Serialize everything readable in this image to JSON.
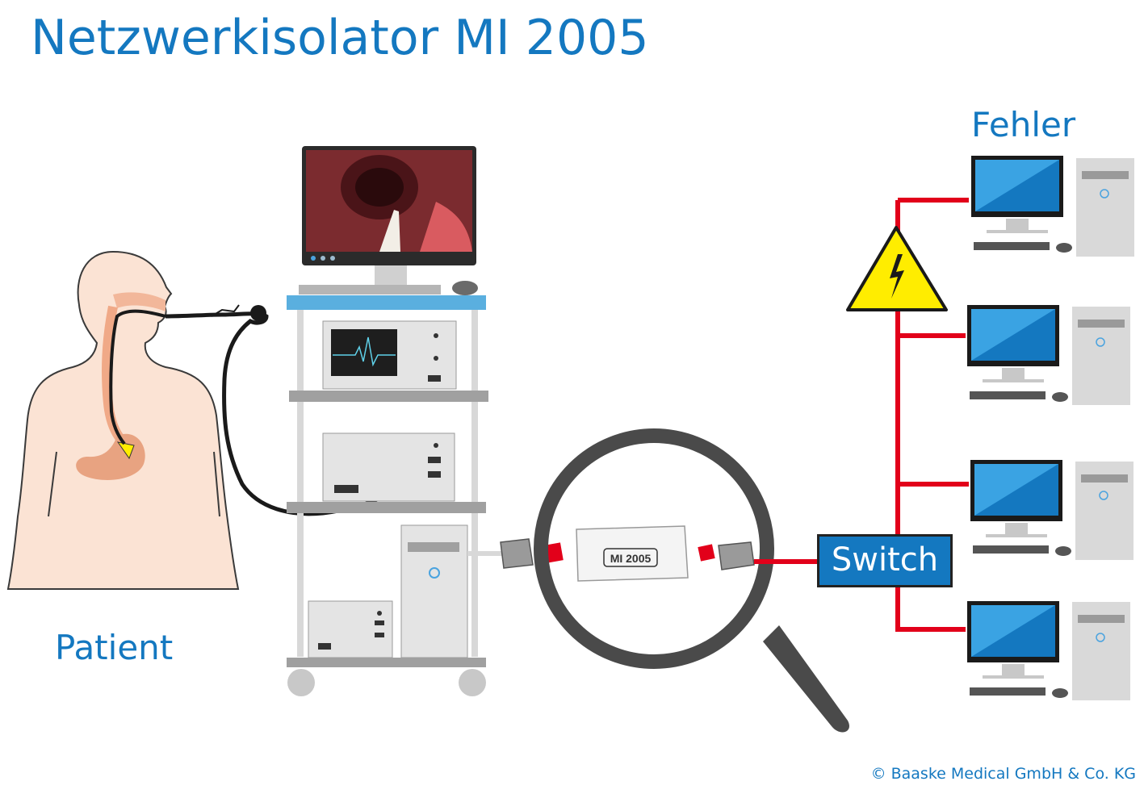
{
  "title": "Netzwerkisolator MI 2005",
  "labels": {
    "patient": "Patient",
    "fehler": "Fehler",
    "switch": "Switch",
    "device": "MI 2005",
    "copyright": "© Baaske Medical GmbH & Co. KG"
  },
  "colors": {
    "title_blue": "#1478c0",
    "network_red": "#e2001a",
    "warning_yellow": "#ffed00",
    "skin": "#fbe3d4"
  },
  "icons": {
    "warning": "high-voltage-warning-icon",
    "magnifier": "magnifying-glass-icon"
  }
}
